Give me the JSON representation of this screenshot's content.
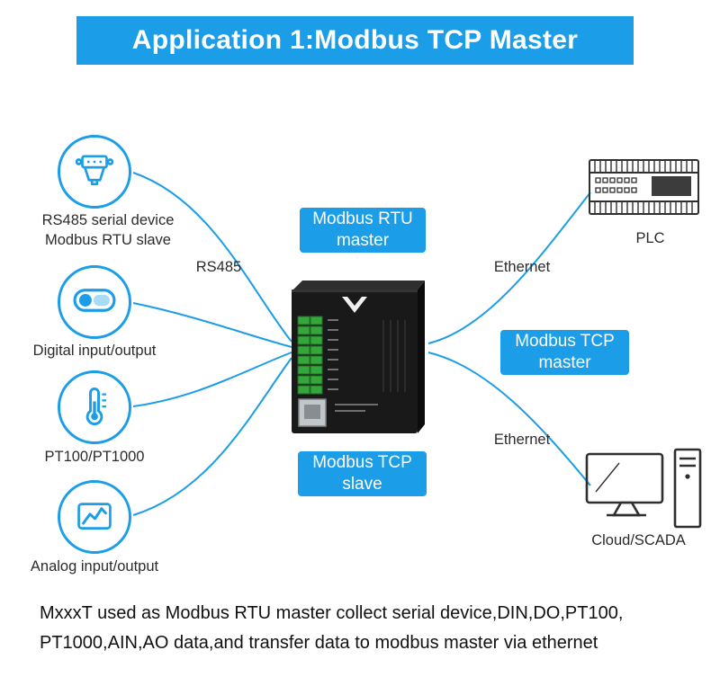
{
  "colors": {
    "accent": "#1b9de8",
    "line_color": "#1b9de8",
    "drawing_color": "#2f2f2f"
  },
  "header": {
    "title": "Application 1:Modbus TCP Master"
  },
  "sources": [
    {
      "icon": "db9-connector-icon",
      "line1": "RS485 serial device",
      "line2": "Modbus RTU slave"
    },
    {
      "icon": "toggle-icon",
      "line1": "Digital input/output"
    },
    {
      "icon": "thermometer-icon",
      "line1": "PT100/PT1000"
    },
    {
      "icon": "waveform-icon",
      "line1": "Analog input/output"
    }
  ],
  "connections": {
    "rs485_label": "RS485",
    "ethernet_top_label": "Ethernet",
    "ethernet_bottom_label": "Ethernet"
  },
  "badges": {
    "rtu_master": {
      "line1": "Modbus RTU",
      "line2": "master"
    },
    "tcp_slave": {
      "line1": "Modbus TCP",
      "line2": "slave"
    },
    "tcp_master": {
      "line1": "Modbus TCP",
      "line2": "master"
    }
  },
  "device": {
    "name": "ethernet-remote-io-module"
  },
  "targets": {
    "plc_label": "PLC",
    "scada_label": "Cloud/SCADA"
  },
  "description": {
    "line1": "MxxxT used as Modbus RTU master collect serial device,DIN,DO,PT100,",
    "line2": "PT1000,AIN,AO data,and transfer data to modbus master via ethernet"
  }
}
